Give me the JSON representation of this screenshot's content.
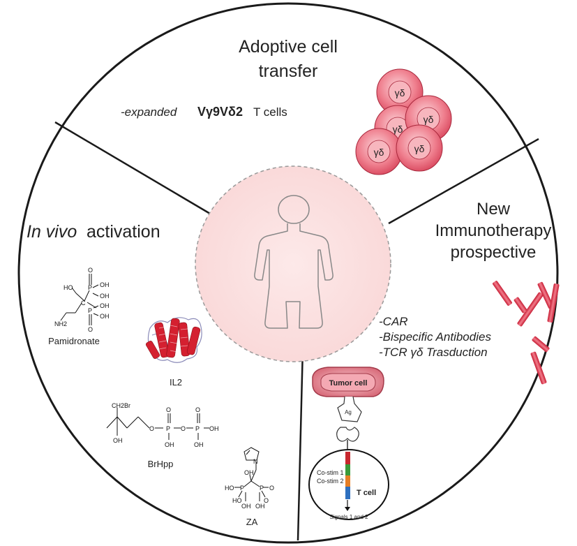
{
  "top_section": {
    "title_line1": "Adoptive cell",
    "title_line2": "transfer",
    "subtitle_prefix": "-expanded",
    "subtitle_main": "Vγ9Vδ2",
    "subtitle_suffix": "T cells",
    "cell_label": "γδ"
  },
  "left_section": {
    "title_italic": "In vivo",
    "title_rest": "activation",
    "pamidronate": {
      "name": "Pamidronate",
      "atoms": {
        "ho": "HO",
        "c": "C",
        "p1": "P",
        "p2": "P",
        "oh1": "OH",
        "oh2": "OH",
        "oh3": "OH",
        "oh4": "OH",
        "o1": "O",
        "o2": "O",
        "nh2": "NH2"
      }
    },
    "il2": {
      "name": "IL2"
    },
    "brhpp": {
      "name": "BrHpp",
      "atoms": {
        "ch2br": "CH2Br",
        "oh": "OH",
        "o1": "O",
        "o2": "O",
        "p1": "P",
        "p2": "P",
        "o3": "O",
        "o4": "O",
        "oh_a": "OH",
        "oh_b": "OH",
        "oh_c": "OH"
      }
    },
    "za": {
      "name": "ZA",
      "atoms": {
        "n": "N",
        "oh": "OH",
        "p1": "P",
        "p2": "P",
        "ho1": "HO",
        "ho2": "HO",
        "oh1": "OH",
        "oh2": "OH",
        "o1": "O",
        "o2": "O"
      }
    }
  },
  "right_section": {
    "title_line1": "New",
    "title_line2": "Immunotherapy",
    "title_line3": "prospective",
    "list_items": [
      "-CAR",
      "-Bispecific Antibodies",
      "-TCR γδ Trasduction"
    ],
    "tumor_cell_label": "Tumor cell",
    "antigen_label": "Ag",
    "costim1": "Co-stim 1",
    "costim2": "Co-stim 2",
    "tcell_label": "T cell",
    "signals_label": "Signals 1 and 2"
  },
  "colors": {
    "cell_red": "#e85c6e",
    "cell_light": "#f6c3c9",
    "antibody_red": "#d8283f",
    "protein_red": "#d42030",
    "tumor_red": "#c7485a",
    "center_pink": "#fbe2e2",
    "car_red": "#c8282e",
    "car_green": "#3a9a3a",
    "car_orange": "#e57e25",
    "car_blue": "#2d6fbf"
  }
}
